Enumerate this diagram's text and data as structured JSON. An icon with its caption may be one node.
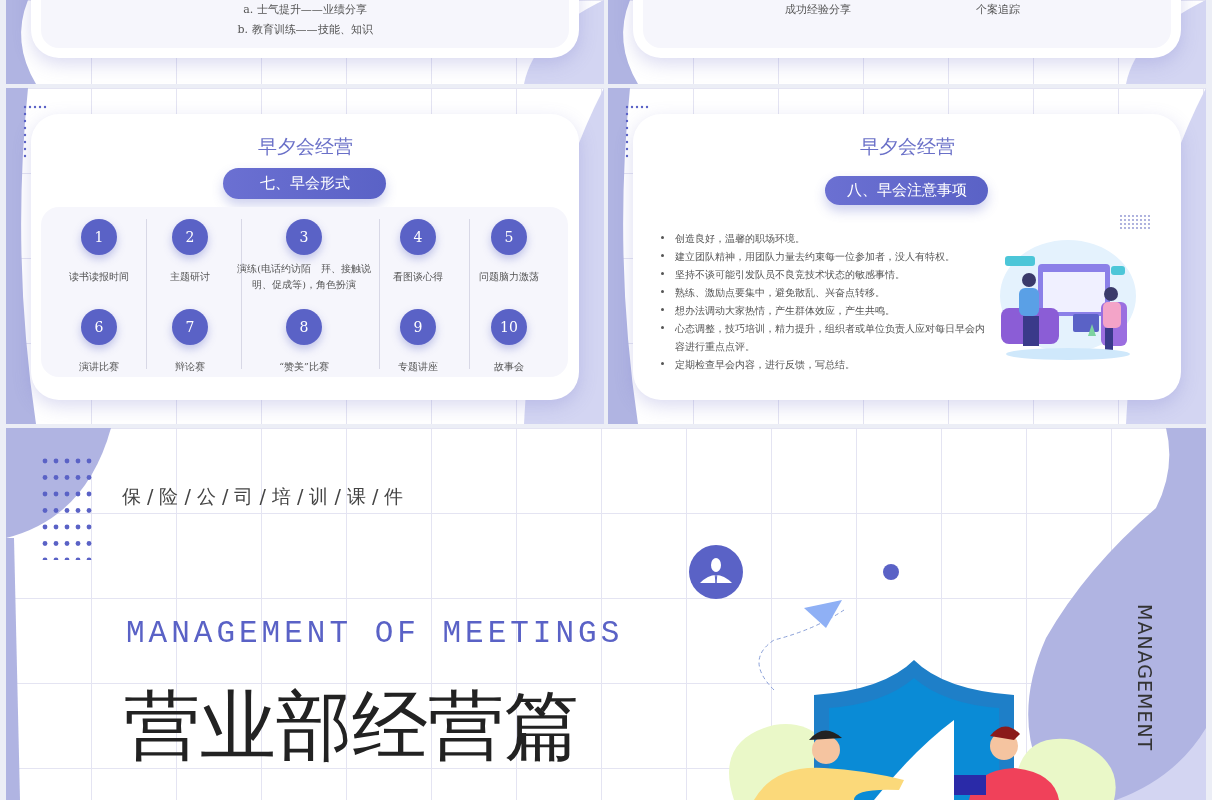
{
  "diagram": {
    "nodes": [
      {
        "text": [
          "a. 士气提升——业绩分享",
          "b. 教育训练——技能、知识"
        ]
      },
      {
        "text": [
          "成功经验分享",
          "个案追踪"
        ]
      },
      {
        "text": [
          "早夕会经营"
        ]
      },
      {
        "text": [
          "七、早会形式"
        ],
        "in": 2
      },
      {
        "text": [
          "1",
          "读书读报时间"
        ],
        "in": 2
      },
      {
        "text": [
          "2",
          "主题研讨"
        ],
        "in": 2
      },
      {
        "text": [
          "3",
          "演练(电话约访陌　拜、接触说明、促成等)，角色扮演"
        ],
        "in": 2
      },
      {
        "text": [
          "4",
          "看图谈心得"
        ],
        "in": 2
      },
      {
        "text": [
          "5",
          "问题脑力激荡"
        ],
        "in": 2
      },
      {
        "text": [
          "6",
          "演讲比赛"
        ],
        "in": 2
      },
      {
        "text": [
          "7",
          "辩论赛"
        ],
        "in": 2
      },
      {
        "text": [
          "8",
          "“赞美”比赛"
        ],
        "in": 2
      },
      {
        "text": [
          "9",
          "专题讲座"
        ],
        "in": 2
      },
      {
        "text": [
          "10",
          "故事会"
        ],
        "in": 2
      },
      {
        "text": [
          "早夕会经营"
        ]
      },
      {
        "text": [
          "八、早会注意事项"
        ],
        "in": 14
      }
    ],
    "edges": [],
    "labels": [
      "创造良好，温馨的职场环境。",
      "建立团队精神，用团队力量去约束每一位参加者，没人有特权。",
      "坚持不谈可能引发队员不良竞技术状态的敏感事情。",
      "熟练、激励点要集中，避免散乱、兴奋点转移。",
      "想办法调动大家热情，产生群体效应，产生共鸣。",
      "心态调整，技巧培训，精力提升，组织者或单位负责人应对每日早会内容进行重点点评。",
      "定期检查早会内容，进行反馈，写总结。",
      "保 / 险 / 公 / 司 / 培 / 训 / 课 / 件",
      "MANAGEMENT OF MEETINGS",
      "营业部经营篇",
      "MANAGEMENT"
    ]
  }
}
